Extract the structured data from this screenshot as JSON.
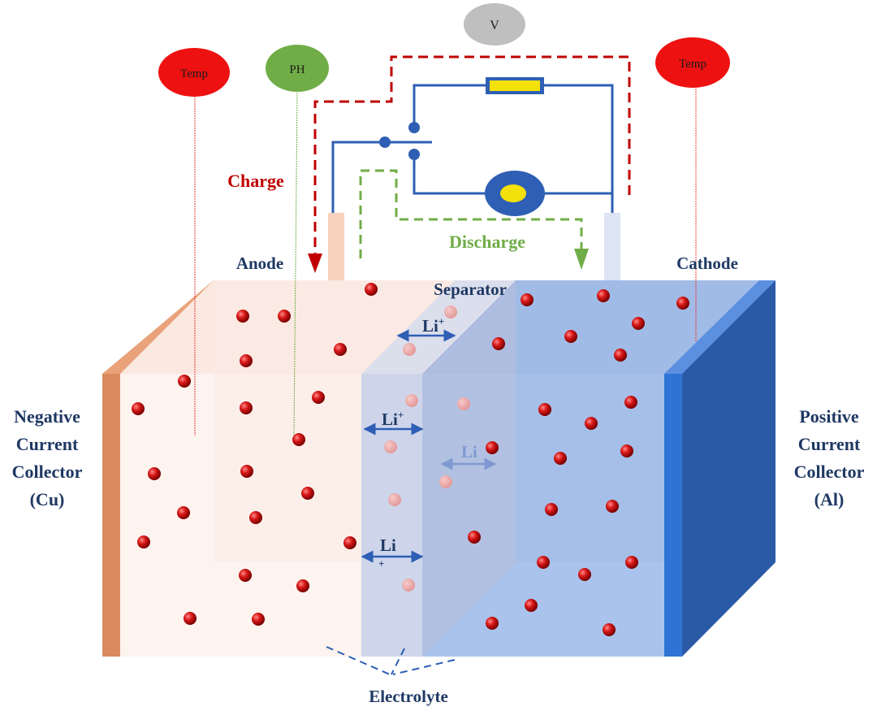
{
  "sensors": {
    "temp_left": "Temp",
    "ph": "PH",
    "voltage": "V",
    "temp_right": "Temp"
  },
  "labels": {
    "charge": "Charge",
    "discharge": "Discharge",
    "anode": "Anode",
    "cathode": "Cathode",
    "separator": "Separator",
    "electrolyte": "Electrolyte",
    "negative_collector": [
      "Negative",
      "Current",
      "Collector",
      "(Cu)"
    ],
    "positive_collector": [
      "Positive",
      "Current",
      "Collector",
      "(Al)"
    ],
    "li_1": "Li",
    "li_1_sup": "+",
    "li_2": "Li",
    "li_2_sup": "+",
    "li_3": "Li",
    "li_4": "Li",
    "li_4_sub": "+"
  },
  "colors": {
    "temp": "#ee1111",
    "ph": "#70ad47",
    "voltmeter": "#bfbfbf",
    "charge": "#c00000",
    "discharge": "#70ad47",
    "circuit": "#2e5fb4",
    "anode": "#fdf1ec",
    "cathode": "#a9c2ea",
    "separator": "#c9d0e6",
    "cu": "#e79e71",
    "al": "#2e75d1",
    "particle": "#d11a1a",
    "label": "#1f3864"
  }
}
